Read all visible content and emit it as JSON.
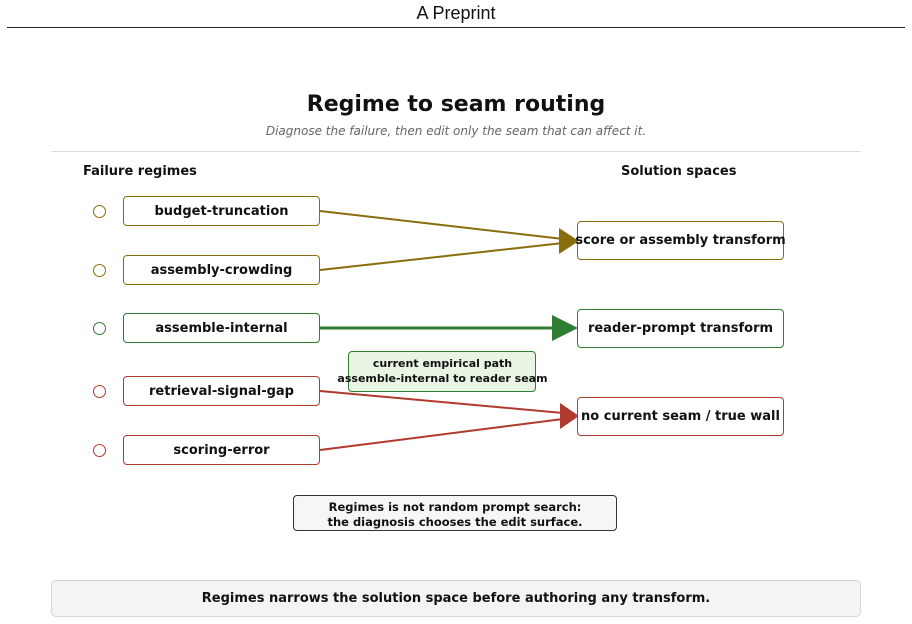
{
  "header": {
    "title": "A Preprint"
  },
  "diagram": {
    "title": "Regime to seam routing",
    "subtitle": "Diagnose the failure, then edit only the seam that can affect it.",
    "left_heading": "Failure regimes",
    "right_heading": "Solution spaces",
    "regimes": [
      {
        "label": "budget-truncation",
        "color": "#8a6d0b"
      },
      {
        "label": "assembly-crowding",
        "color": "#8a6d0b"
      },
      {
        "label": "assemble-internal",
        "color": "#2e7d32"
      },
      {
        "label": "retrieval-signal-gap",
        "color": "#b03a2e"
      },
      {
        "label": "scoring-error",
        "color": "#b03a2e"
      }
    ],
    "solutions": [
      {
        "label": "score or assembly transform",
        "color": "#8a6d0b"
      },
      {
        "label": "reader-prompt transform",
        "color": "#2e7d32"
      },
      {
        "label": "no current seam / true wall",
        "color": "#b03a2e"
      }
    ],
    "routes": [
      {
        "from": 0,
        "to": 0
      },
      {
        "from": 1,
        "to": 0
      },
      {
        "from": 2,
        "to": 1,
        "emphasis": true
      },
      {
        "from": 3,
        "to": 2
      },
      {
        "from": 4,
        "to": 2
      }
    ],
    "note": {
      "line1": "current empirical path",
      "line2": "assemble-internal to reader seam"
    },
    "caption": {
      "line1": "Regimes is not random prompt search:",
      "line2": "the diagnosis chooses the edit surface."
    },
    "footer": "Regimes narrows the solution space before authoring any transform."
  }
}
